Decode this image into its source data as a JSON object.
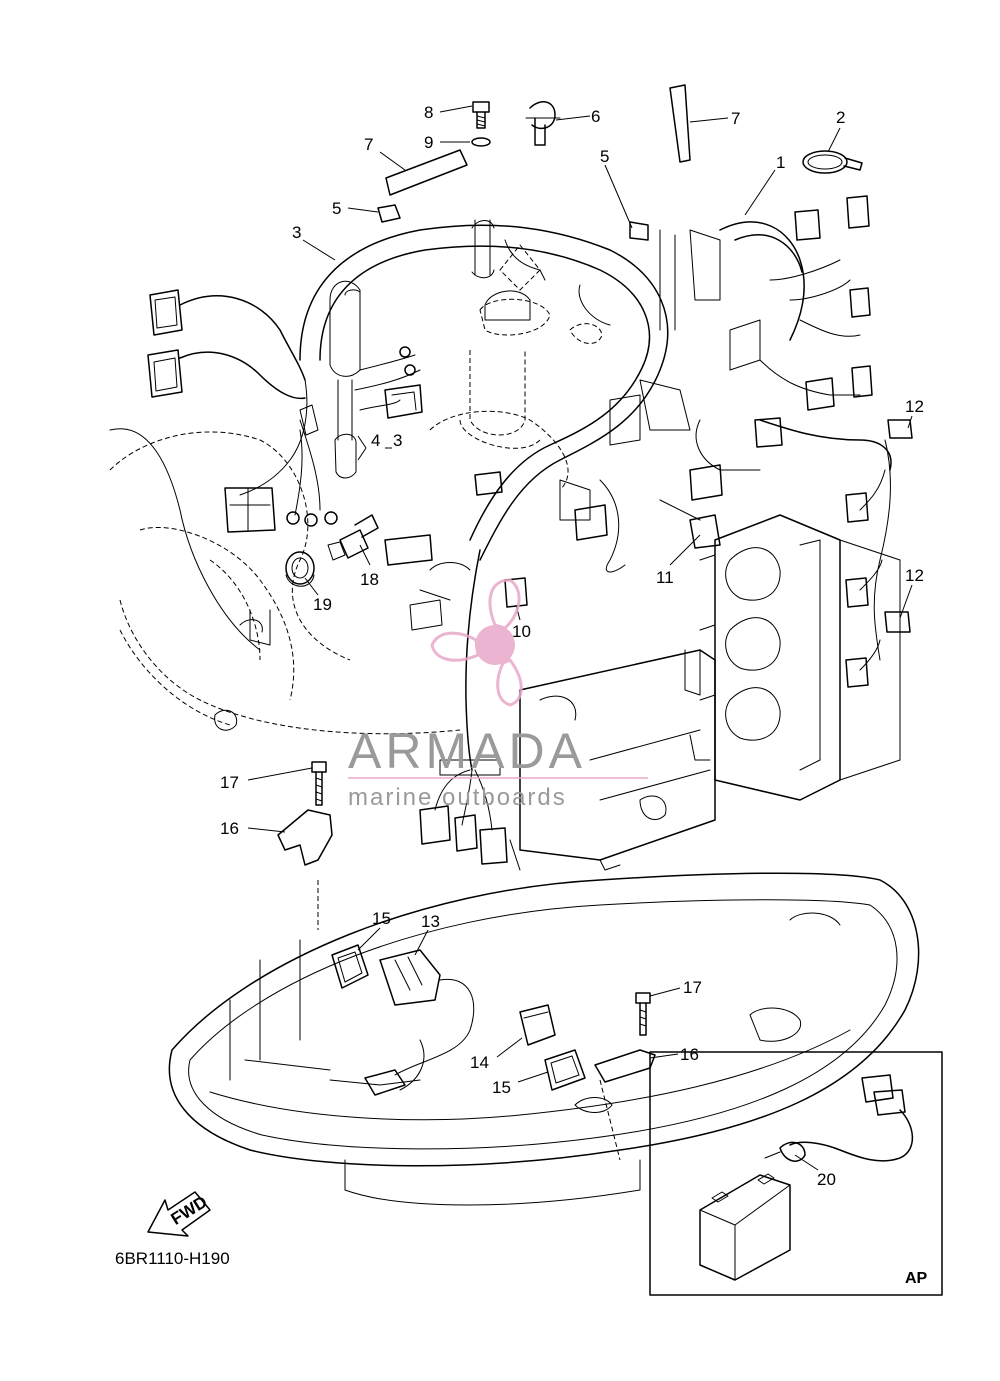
{
  "diagram": {
    "drawing_code": "6BR1110-H190",
    "inset_label": "AP",
    "fwd_label": "FWD",
    "callouts": [
      "1",
      "2",
      "3",
      "4",
      "3",
      "5",
      "5",
      "6",
      "7",
      "7",
      "8",
      "9",
      "10",
      "11",
      "12",
      "12",
      "13",
      "14",
      "15",
      "15",
      "16",
      "16",
      "17",
      "17",
      "18",
      "19",
      "20"
    ]
  },
  "watermark": {
    "brand": "ARMADA",
    "tagline": "marine outboards",
    "colors": {
      "logo": "#e8a8c8",
      "text": "#9a9a9a"
    }
  }
}
